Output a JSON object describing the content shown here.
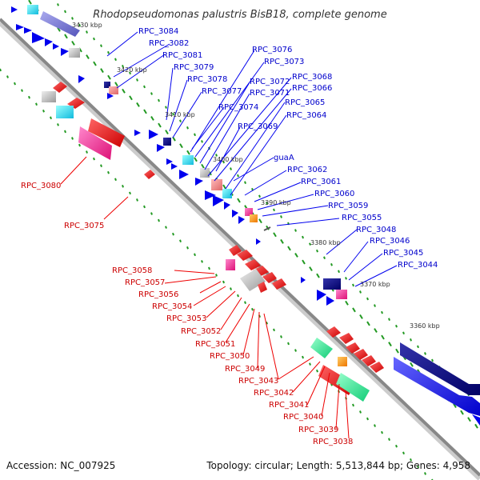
{
  "title": "Rhodopseudomonas palustris BisB18, complete genome",
  "footer": {
    "accession": "Accession: NC_007925",
    "summary": "Topology: circular; Length: 5,513,844 bp; Genes: 4,958"
  },
  "scale_ticks": [
    "3430 kbp",
    "3420 kbp",
    "3410 kbp",
    "3400 kbp",
    "3390 kbp",
    "3380 kbp",
    "3370 kbp",
    "3360 kbp"
  ],
  "forward_labels": [
    "RPC_3084",
    "RPC_3082",
    "RPC_3081",
    "RPC_3079",
    "RPC_3078",
    "RPC_3077",
    "RPC_3076",
    "RPC_3073",
    "RPC_3072",
    "RPC_3071",
    "RPC_3074",
    "RPC_3068",
    "RPC_3066",
    "RPC_3065",
    "RPC_3064",
    "RPC_3069",
    "guaA",
    "RPC_3062",
    "RPC_3061",
    "RPC_3060",
    "RPC_3059",
    "RPC_3055",
    "RPC_3048",
    "RPC_3046",
    "RPC_3045",
    "RPC_3044"
  ],
  "reverse_labels": [
    "RPC_3080",
    "RPC_3075",
    "RPC_3058",
    "RPC_3057",
    "RPC_3056",
    "RPC_3054",
    "RPC_3053",
    "RPC_3052",
    "RPC_3051",
    "RPC_3050",
    "RPC_3049",
    "RPC_3043",
    "RPC_3042",
    "RPC_3041",
    "RPC_3040",
    "RPC_3039",
    "RPC_3038"
  ],
  "colors": {
    "forward": "#0000ee",
    "forward_dark": "#000080",
    "forward_light": "#7777dd",
    "reverse": "#ee0000",
    "reverse_pink": "#ff3399",
    "pink_light": "#ee8888",
    "cyan": "#22ddee",
    "green": "#33ee99",
    "orange": "#ff9922",
    "gray": "#bbbbbb",
    "dot": "#229922",
    "backbone": "#888888",
    "forward_text": "#0000cc",
    "reverse_text": "#cc0000"
  }
}
